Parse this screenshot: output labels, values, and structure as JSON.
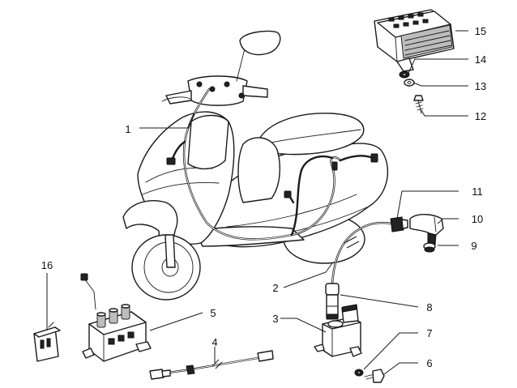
{
  "callouts": [
    {
      "label": "1"
    },
    {
      "label": "2"
    },
    {
      "label": "3"
    },
    {
      "label": "4"
    },
    {
      "label": "5"
    },
    {
      "label": "6"
    },
    {
      "label": "7"
    },
    {
      "label": "8"
    },
    {
      "label": "9"
    },
    {
      "label": "10"
    },
    {
      "label": "11"
    },
    {
      "label": "12"
    },
    {
      "label": "13"
    },
    {
      "label": "14"
    },
    {
      "label": "15"
    },
    {
      "label": "16"
    }
  ],
  "parts": [
    "scooter-icon",
    "main-wiring-harness-icon",
    "voltage-regulator-icon",
    "washer-icon",
    "screw-icon",
    "hv-cable-icon",
    "spark-plug-cap-icon",
    "cap-seal-icon",
    "ignition-coil-icon",
    "coil-boot-icon",
    "cdi-unit-icon",
    "cable-icon",
    "relay-icon",
    "bolt-icon"
  ]
}
